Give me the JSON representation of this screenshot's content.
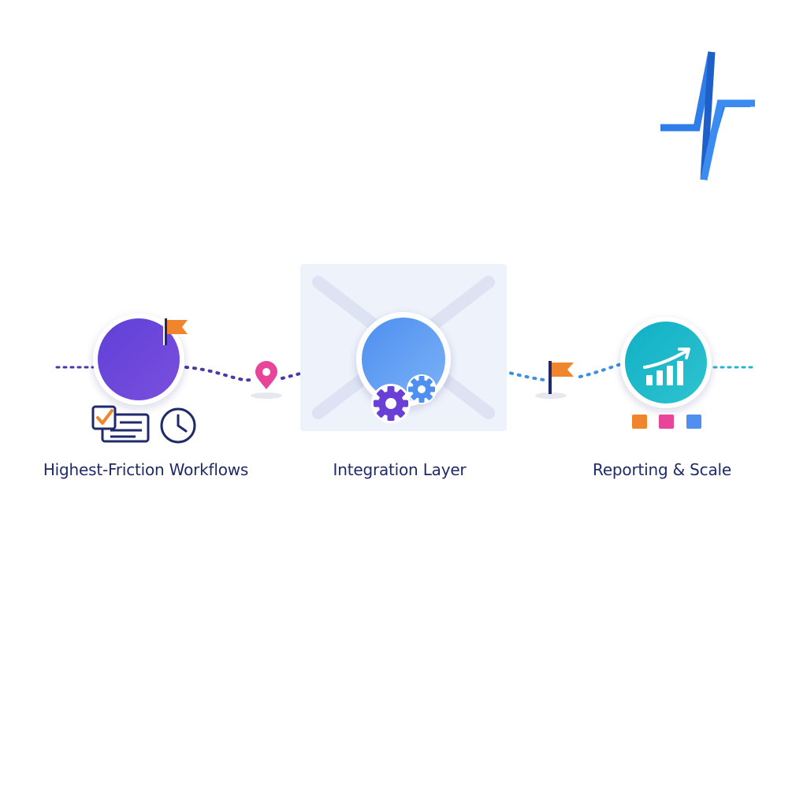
{
  "colors": {
    "background": "#ffffff",
    "label_text": "#1f2a6b",
    "stage1_circle": "#6b45d9",
    "stage2_circle": "#5b9df2",
    "stage3_circle": "#18b6c9",
    "flag": "#f0852d",
    "pin": "#e8459a",
    "connector_purple": "#4a3aa8",
    "connector_blue": "#3f8ee0",
    "connector_teal": "#2ab3cf",
    "logo_blue": "#2f7de9",
    "center_panel": "#eef2fb",
    "center_panel_x": "#dde3f2",
    "gear_purple": "#6a3fd6",
    "gear_blue": "#4e8ff0",
    "icon_dark_navy": "#1f2a6b",
    "check_orange": "#f0852d",
    "square_orange": "#f0852d",
    "square_pink": "#e8459a",
    "square_blue": "#4e8ff0"
  },
  "logo": {
    "icon": "lightning-pulse-logo"
  },
  "stages": [
    {
      "label": "Highest-Friction Workflows",
      "icons": [
        "flag-icon",
        "checklist-icon",
        "clock-icon"
      ]
    },
    {
      "label": "Integration Layer",
      "icons": [
        "gears-icon"
      ]
    },
    {
      "label": "Reporting & Scale",
      "icons": [
        "bar-chart-growth-icon",
        "color-squares-icon"
      ]
    }
  ],
  "connector_markers": [
    "map-pin-icon",
    "milestone-flag-icon"
  ]
}
